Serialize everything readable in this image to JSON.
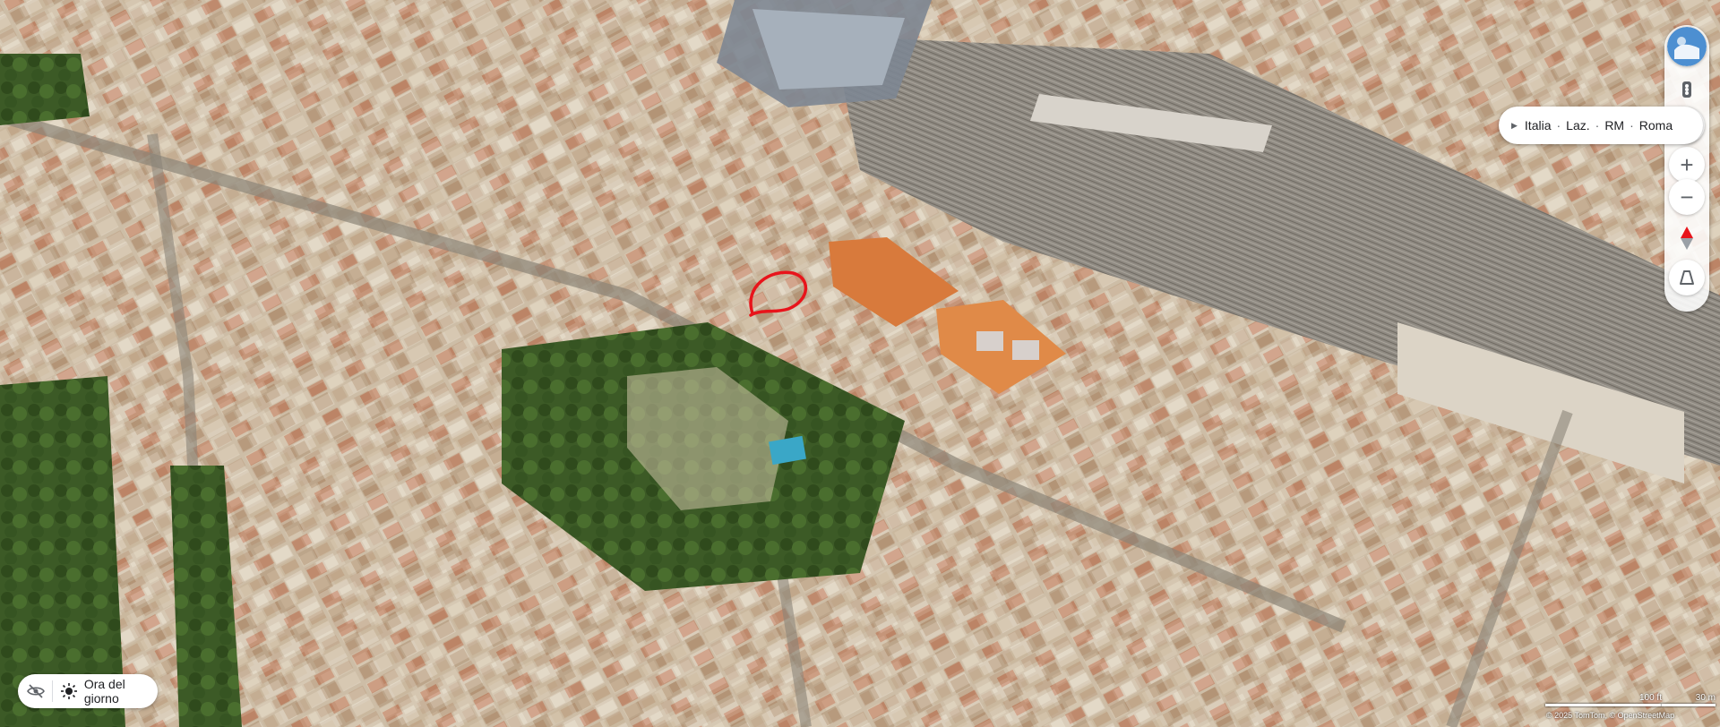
{
  "map": {
    "view": "3d-satellite",
    "place": "Roma",
    "annotation_color": "#e8141b",
    "water_color": "#3aa7c7"
  },
  "breadcrumb": {
    "items": [
      "Italia",
      "Laz.",
      "RM",
      "Roma"
    ]
  },
  "controls": {
    "zoom_in_label": "+",
    "zoom_out_label": "−"
  },
  "daytime": {
    "label": "Ora del giorno"
  },
  "scale": {
    "imperial": "100 ft",
    "metric": "30 m"
  },
  "attribution": "© 2025 TomTom, © OpenStreetMap"
}
